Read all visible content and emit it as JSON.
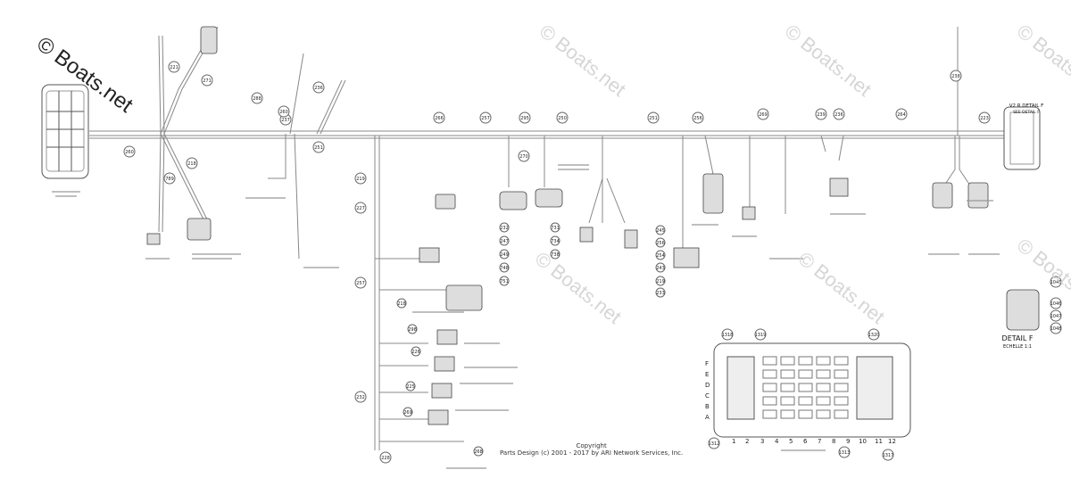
{
  "watermark": {
    "main": "© Boats.net",
    "faded": "© Boats.net"
  },
  "copyright": {
    "line1": "Copyright",
    "line2": "Parts Design (c) 2001 - 2017 by ARI Network Services, Inc."
  },
  "detail": {
    "title": "DETAIL F",
    "scale": "ECHELLE 1:1",
    "v_label": "V2 R DETAIL F",
    "v_sub": "SEE DETAIL F"
  },
  "fusebox_rows": [
    "F",
    "E",
    "D",
    "C",
    "B",
    "A"
  ],
  "fusebox_cols": [
    "1",
    "2",
    "3",
    "4",
    "5",
    "6",
    "7",
    "8",
    "9",
    "10",
    "11",
    "12"
  ],
  "callouts_top": [
    "237",
    "266",
    "257",
    "295",
    "250",
    "251",
    "256",
    "269",
    "239",
    "236",
    "264",
    "223",
    "238",
    "236"
  ],
  "callouts_left": [
    "221",
    "271",
    "288",
    "789",
    "218",
    "219",
    "227",
    "257",
    "232",
    "228",
    "260",
    "251",
    "260",
    "270"
  ],
  "callouts_right": [
    "1045",
    "1046",
    "1047",
    "1048"
  ],
  "callouts_bottom": [
    "1312",
    "1313",
    "1317",
    "1318",
    "1319",
    "1320"
  ],
  "callouts_misc": [
    "245",
    "256",
    "254",
    "243",
    "219",
    "233",
    "232",
    "247",
    "249",
    "748",
    "751",
    "731",
    "734",
    "738",
    "218",
    "298",
    "226",
    "225",
    "269",
    "268"
  ]
}
